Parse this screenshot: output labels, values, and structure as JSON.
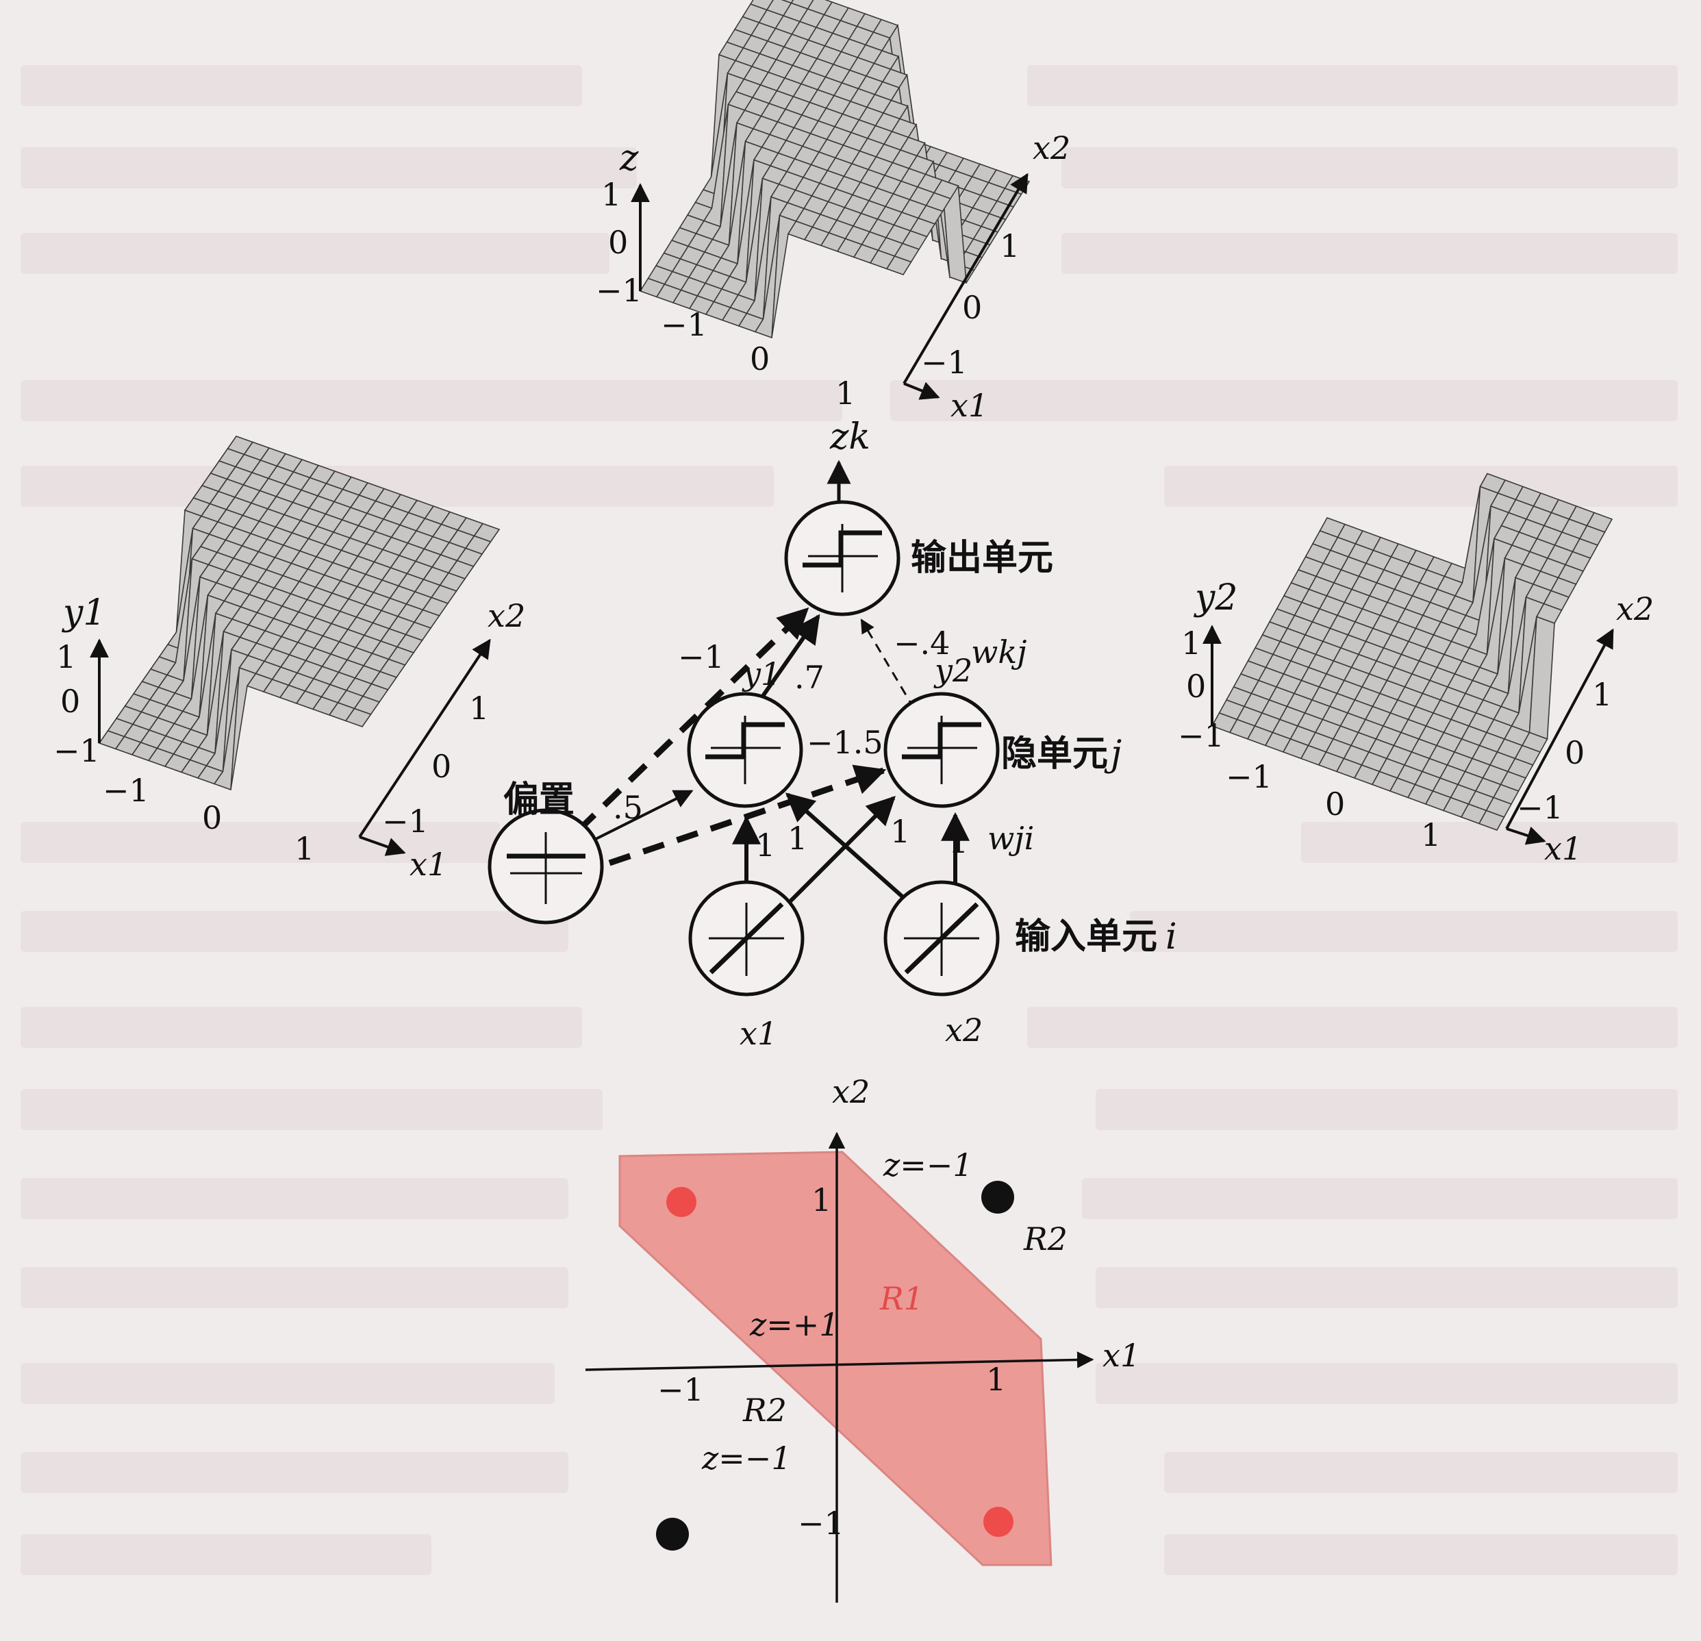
{
  "colors": {
    "paper": "#f1ecec",
    "ink": "#111111",
    "region_fill": "#ea8c88",
    "region_stroke": "#d87470",
    "red_point": "#ee4b4b",
    "black_point": "#111111",
    "surface_fill": "#c8c6c4",
    "grid_line": "#3a3a3a"
  },
  "plots3d": {
    "top": {
      "z_label": "z",
      "x2_label": "x2",
      "x1_label": "x1",
      "z_ticks": [
        "1",
        "0",
        "−1"
      ],
      "x1_ticks": [
        "−1",
        "0",
        "1"
      ],
      "x2_ticks": [
        "1",
        "0",
        "−1"
      ]
    },
    "left": {
      "z_label": "y1",
      "x2_label": "x2",
      "x1_label": "x1",
      "z_ticks": [
        "1",
        "0",
        "−1"
      ],
      "x1_ticks": [
        "−1",
        "0",
        "1"
      ],
      "x2_ticks": [
        "1",
        "0",
        "−1"
      ]
    },
    "right": {
      "z_label": "y2",
      "x2_label": "x2",
      "x1_label": "x1",
      "z_ticks": [
        "1",
        "0",
        "−1"
      ],
      "x1_ticks": [
        "−1",
        "0",
        "1"
      ],
      "x2_ticks": [
        "1",
        "0",
        "−1"
      ]
    }
  },
  "network": {
    "output_label": "zk",
    "output_unit_text": "输出单元",
    "hidden_unit_text": "隐单元",
    "hidden_index": "j",
    "input_unit_text": "输入单元",
    "input_index": "i",
    "bias_text": "偏置",
    "y1_label": "y1",
    "y2_label": "y2",
    "x1_label": "x1",
    "x2_label": "x2",
    "wkj_label": "wkj",
    "wji_label": "wji",
    "weights": {
      "bias_to_output": "−1",
      "y1_to_output": ".7",
      "y2_to_output": "−.4",
      "bias_to_y1": ".5",
      "bias_to_y2": "−1.5",
      "x1_to_y1": "1",
      "x1_to_y2": "1",
      "x2_to_y1": "1",
      "x2_to_y2": "1"
    }
  },
  "region_plot": {
    "x1_label": "x1",
    "x2_label": "x2",
    "tick_pos": "1",
    "tick_neg": "−1",
    "r1_label": "R1",
    "r2_label": "R2",
    "z_minus_top": "z=−1",
    "z_plus": "z=+1",
    "z_minus_bottom": "z=−1"
  }
}
